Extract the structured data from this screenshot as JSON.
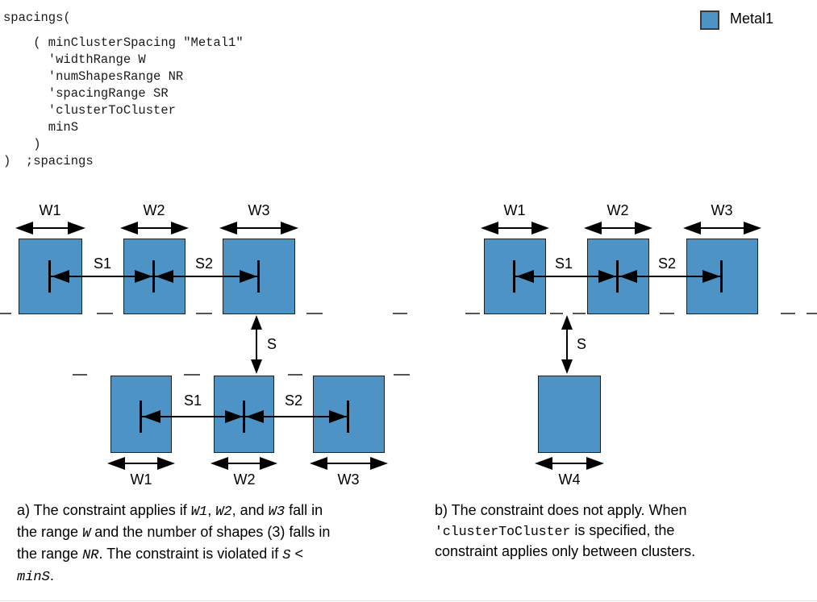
{
  "code": {
    "line1": "spacings(",
    "body": [
      "    ( minClusterSpacing \"Metal1\"",
      "      'widthRange W",
      "      'numShapesRange NR",
      "      'spacingRange SR",
      "      'clusterToCluster",
      "      minS",
      "    )",
      ")  ;spacings"
    ]
  },
  "legend": {
    "label": "Metal1",
    "swatch_color": "#4E93C6"
  },
  "diagram_a": {
    "top_widths": [
      "W1",
      "W2",
      "W3"
    ],
    "top_spacings": [
      "S1",
      "S2"
    ],
    "gap_label": "S",
    "bottom_widths": [
      "W1",
      "W2",
      "W3"
    ],
    "bottom_spacings": [
      "S1",
      "S2"
    ]
  },
  "diagram_b": {
    "top_widths": [
      "W1",
      "W2",
      "W3"
    ],
    "top_spacings": [
      "S1",
      "S2"
    ],
    "gap_label": "S",
    "bottom_width": "W4"
  },
  "captions": {
    "a": {
      "line1": [
        "a) The constraint applies if ",
        "W1",
        ", ",
        "W2",
        ", and ",
        "W3",
        " fall in"
      ],
      "line2": [
        "the range ",
        "W",
        " and the number of shapes (3) falls in"
      ],
      "line3": [
        "the range ",
        "NR",
        ". The constraint is violated if ",
        "S",
        " <"
      ],
      "line4": [
        "minS",
        "."
      ]
    },
    "b": {
      "line1": [
        "b) The constraint does not apply. When"
      ],
      "line2": [
        "'clusterToCluster",
        " is specified, the"
      ],
      "line3": [
        "constraint applies only between clusters."
      ]
    }
  },
  "colors": {
    "metal_fill": "#4E93C6",
    "metal_border": "#1f1f1f",
    "line": "#000000",
    "dashed_line": "#555555"
  }
}
